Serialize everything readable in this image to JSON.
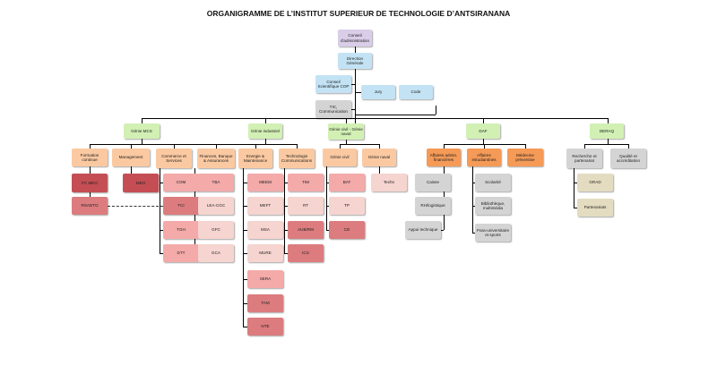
{
  "title": "ORGANIGRAMME DE L’INSTITUT SUPERIEUR DE TECHNOLOGIE D’ANTSIRANANA",
  "colors": {
    "lavender": "#d9cde8",
    "light_blue": "#c3e3f4",
    "gray": "#d4d4d4",
    "green": "#d2f0b4",
    "peach": "#fbc9a1",
    "orange": "#f59a57",
    "dark_red": "#c44e54",
    "pink": "#f3aaa9",
    "light_pink": "#f6d4d0",
    "mid_pink": "#dc7c7e",
    "beige": "#e4dcc0"
  },
  "nodes": {
    "conseil_admin": "Conseil d'administration",
    "direction": "Direction Générale",
    "conseil_sci": "Conseil Scientifique COP",
    "jury": "Jury",
    "code": "Code",
    "tic": "TIC, Communication",
    "genie_mcs": "Génie MCS",
    "genie_ind": "Génie industriel",
    "genie_civil": "Génie civil - Génie naval",
    "daf": "DAF",
    "deraq": "DERAQ",
    "formation": "Formation continue",
    "management": "Management",
    "commerce": "Commerce et Services",
    "finances": "Finances, Banque & Assurances",
    "energie": "Energie & Maintenance",
    "technologie": "Technologie Communications",
    "gc_civil": "Génie civil",
    "gc_naval": "Génie naval",
    "affaires_admin": "Affaires admin. financières",
    "affaires_etud": "Affaires estudiantines",
    "medecine": "Médecine préventive",
    "recherche": "Recherche et partenariat",
    "qualite": "Qualité et accréditation",
    "fc_meo": "FC MEO",
    "rsadto": "RSADTO",
    "meo": "MEO",
    "com": "COM",
    "tci": "TCI",
    "tgh": "TGH",
    "dtt": "DTT",
    "tba": "TBA",
    "lea_cgc": "LEA-CGC",
    "gfc": "GFC",
    "gca": "GCA",
    "meem": "MEEM",
    "meft": "MEFT",
    "msa": "MSA",
    "mure": "MURE",
    "sera": "SERA",
    "tam": "TAM",
    "nte": "NTE",
    "tim": "TIM",
    "rt": "RT",
    "auborm": "AUB/RM",
    "ics": "ICS",
    "bat": "BAT",
    "tp": "TP",
    "cd": "CD",
    "techn": "Techn",
    "caisse": "Caisse",
    "rh": "RH/logistique",
    "appui": "Appui technique",
    "scolarite": "Scolarité",
    "bibliotheque": "Bibliothèque, multimédia",
    "para": "Para-universitaire et sports",
    "grad": "GRAD",
    "partenariats": "Partenariats"
  }
}
